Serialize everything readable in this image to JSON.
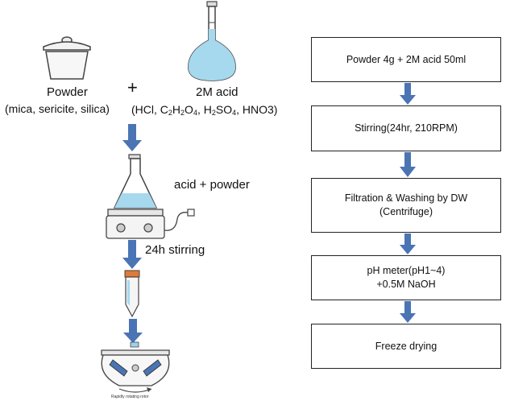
{
  "left_flow": {
    "powder_label": "Powder",
    "powder_sub": "(mica, sericite, silica)",
    "plus": "+",
    "acid_label": "2M acid",
    "acid_list": [
      "(HCl, C",
      "2",
      "H",
      "2",
      "O",
      "4",
      ", H",
      "2",
      "SO",
      "4",
      ", HNO3)"
    ],
    "mix_label": "acid + powder",
    "stirring_label": "24h stirring",
    "centrifuge_caption": "Rapidly rotating rotor"
  },
  "right_flow": {
    "steps": [
      {
        "line1": "Powder 4g + 2M acid 50ml",
        "line2": ""
      },
      {
        "line1": "Stirring(24hr, 210RPM)",
        "line2": ""
      },
      {
        "line1": "Filtration & Washing by DW",
        "line2": "(Centrifuge)"
      },
      {
        "line1": "pH meter(pH1~4)",
        "line2": "+0.5M NaOH"
      },
      {
        "line1": "Freeze drying",
        "line2": ""
      }
    ]
  },
  "colors": {
    "arrow": "#4a74b4",
    "liquid": "#a6d8ee",
    "cap": "#e07a3a"
  }
}
